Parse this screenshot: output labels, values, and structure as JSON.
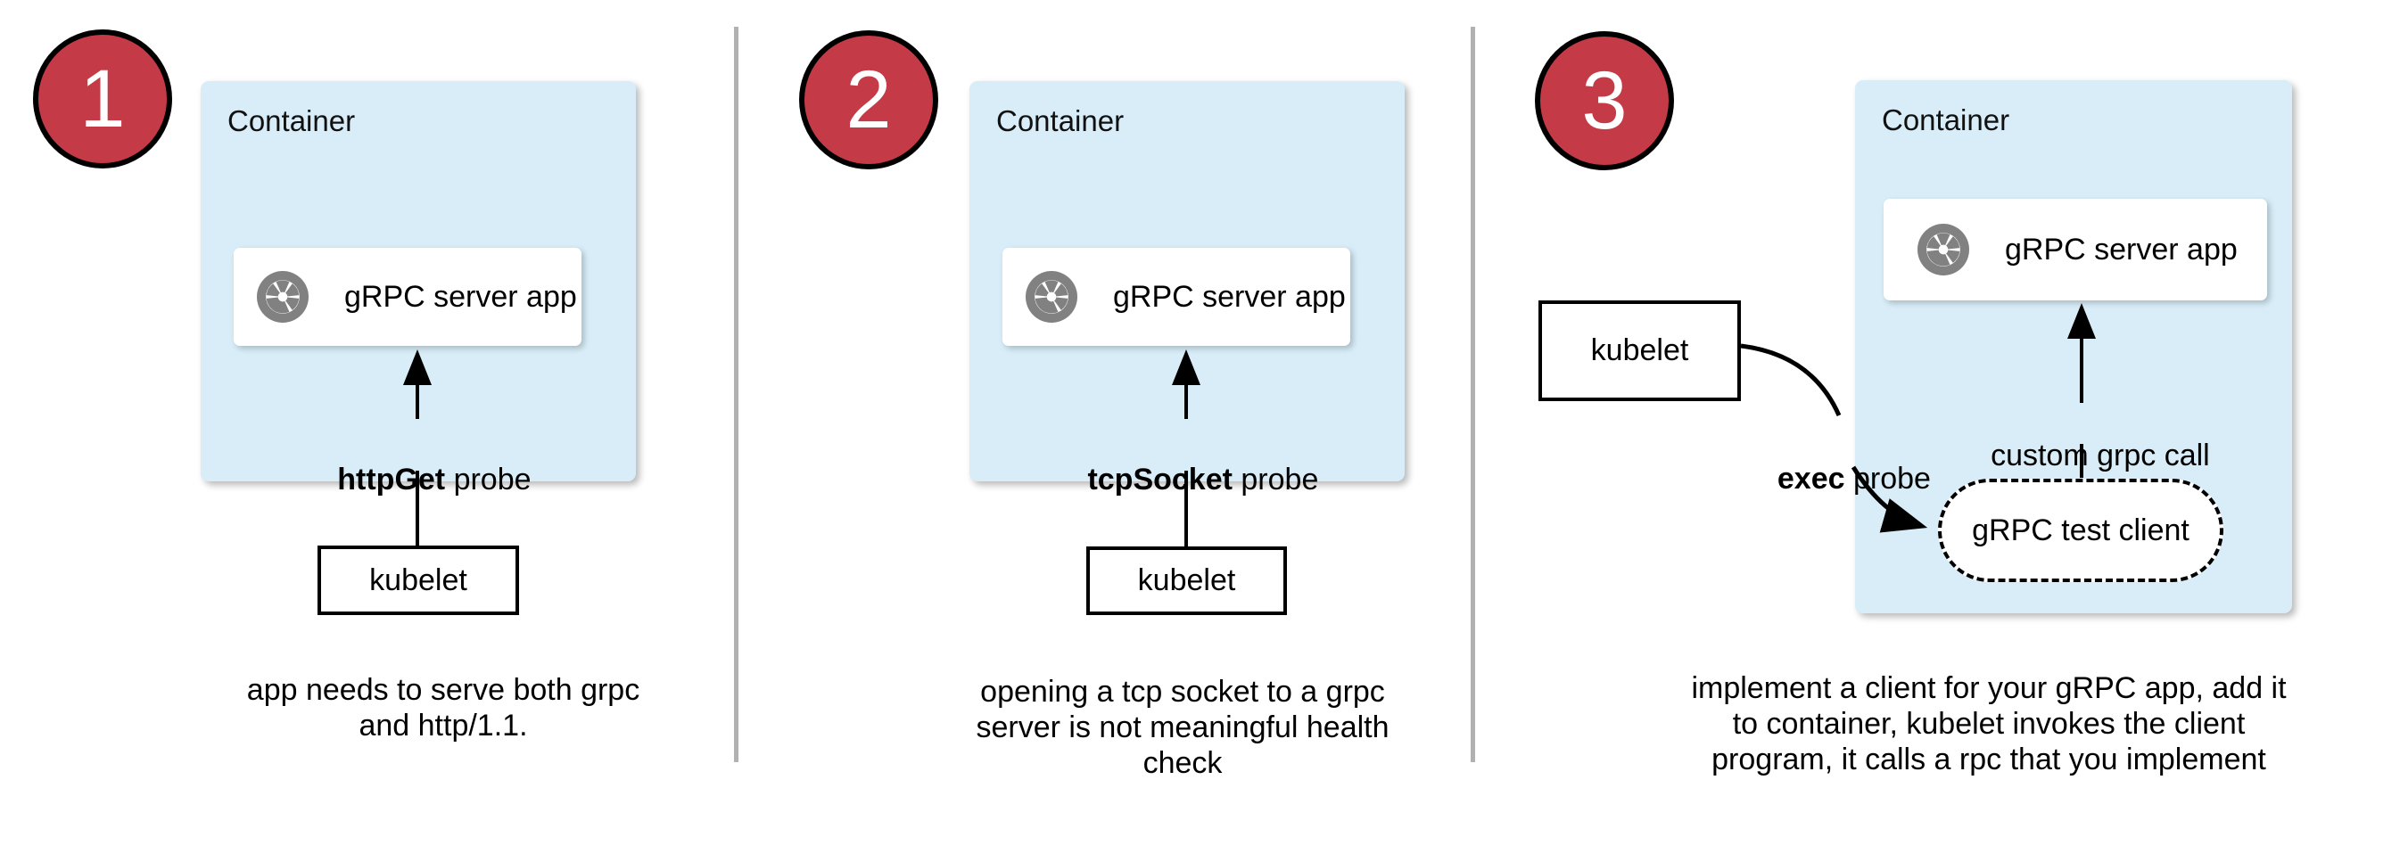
{
  "colors": {
    "badge_red": "#c43b47",
    "container_blue": "#d8edf8",
    "divider_gray": "#b1b1b1",
    "icon_gray": "#818181",
    "arrow_black": "#000000"
  },
  "panels": [
    {
      "number": "1",
      "container_label": "Container",
      "app_label": "gRPC server app",
      "probe": {
        "bold": "httpGet",
        "rest": " probe"
      },
      "kubelet_label": "kubelet",
      "caption_lines": [
        "app needs to serve both grpc",
        "and http/1.1."
      ]
    },
    {
      "number": "2",
      "container_label": "Container",
      "app_label": "gRPC server app",
      "probe": {
        "bold": "tcpSocket",
        "rest": " probe"
      },
      "kubelet_label": "kubelet",
      "caption_lines": [
        "opening a tcp socket to a grpc",
        "server is not meaningful health",
        "check"
      ]
    },
    {
      "number": "3",
      "container_label": "Container",
      "app_label": "gRPC server app",
      "probe": {
        "bold": "exec",
        "rest": " probe"
      },
      "kubelet_label": "kubelet",
      "custom_call_label": "custom grpc call",
      "test_client_label": "gRPC test client",
      "caption_lines": [
        "implement a client for your gRPC app, add it",
        "to container, kubelet invokes the client",
        "program, it calls a rpc that you implement"
      ]
    }
  ]
}
